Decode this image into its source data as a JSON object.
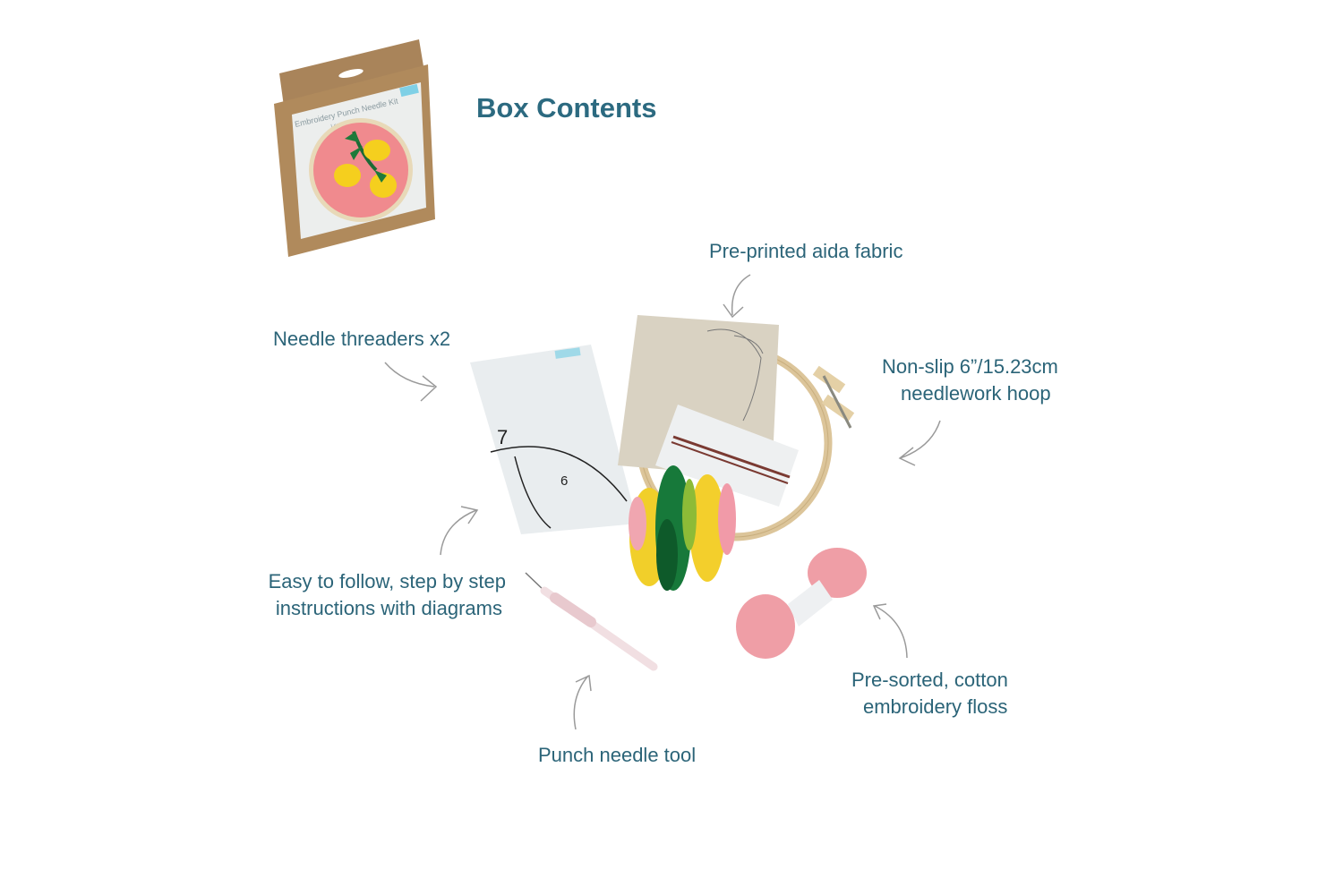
{
  "title": "Box Contents",
  "box": {
    "product_name": "Embroidery Punch Needle Kit",
    "design_name": "Lemons"
  },
  "labels": {
    "fabric": "Pre-printed aida fabric",
    "threaders": "Needle threaders x2",
    "hoop_line1": "Non-slip 6”/15.23cm",
    "hoop_line2": "needlework hoop",
    "instructions_line1": "Easy to follow, step by step",
    "instructions_line2": "instructions with diagrams",
    "needle": "Punch needle tool",
    "floss_line1": "Pre-sorted, cotton",
    "floss_line2": "embroidery floss"
  },
  "colors": {
    "text": "#2b6478",
    "kraft": "#b08a5c",
    "accent": "#7fd0e6"
  }
}
